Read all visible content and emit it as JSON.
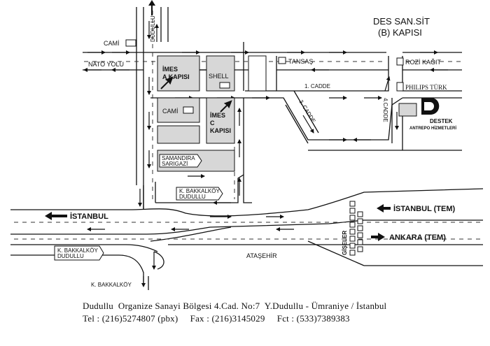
{
  "map": {
    "labels": {
      "des_san_sit": "DES SAN.SİT",
      "b_kapisi": "(B) KAPISI",
      "cami_top": "CAMİ",
      "dudullu_vertical": "DUDULLU",
      "nato_yolu": "NATO YOLU",
      "tansas": "TANSAŞ",
      "rozi_kagit": "ROZİ KAĞIT",
      "philips_turk": "PHILIPS TÜRK",
      "cadde_1": "1. CADDE",
      "cadde_3": "3. CADDE",
      "cadde_4": "4.CADDE",
      "imes_a_line1": "İMES",
      "imes_a_line2": "A KAPISI",
      "shell": "SHELL",
      "cami_mid": "CAMİ",
      "imes_c_line1": "İMES",
      "imes_c_line2": "C",
      "imes_c_line3": "KAPISI",
      "samandira_line1": "SAMANDIRA",
      "samandira_line2": "SARIGAZİ",
      "destek_name": "DESTEK",
      "destek_sub": "ANTREPO HİZMETLERİ",
      "istanbul_left": "İSTANBUL",
      "kbakkalkoy_mid_line1": "K. BAKKALKÖY",
      "kbakkalkoy_mid_line2": "DUDULLU",
      "istanbul_tem": "İSTANBUL (TEM)",
      "ankara_tem": "ANKARA (TEM)",
      "giseler": "GİŞELER",
      "kbakkalkoy_sign_line1": "K. BAKKALKÖY",
      "kbakkalkoy_sign_line2": "DUDULLU",
      "atasehir": "ATAŞEHİR",
      "kbakkalkoy_bottom": "K. BAKKALKÖY"
    }
  },
  "footer": {
    "address": "Dudullu  Organize Sanayi Bölgesi 4.Cad. No:7  Y.Dudullu - Ümraniye / İstanbul",
    "phones": "Tel : (216)5274807 (pbx)     Fax : (216)3145029     Fct : (533)7389383"
  }
}
